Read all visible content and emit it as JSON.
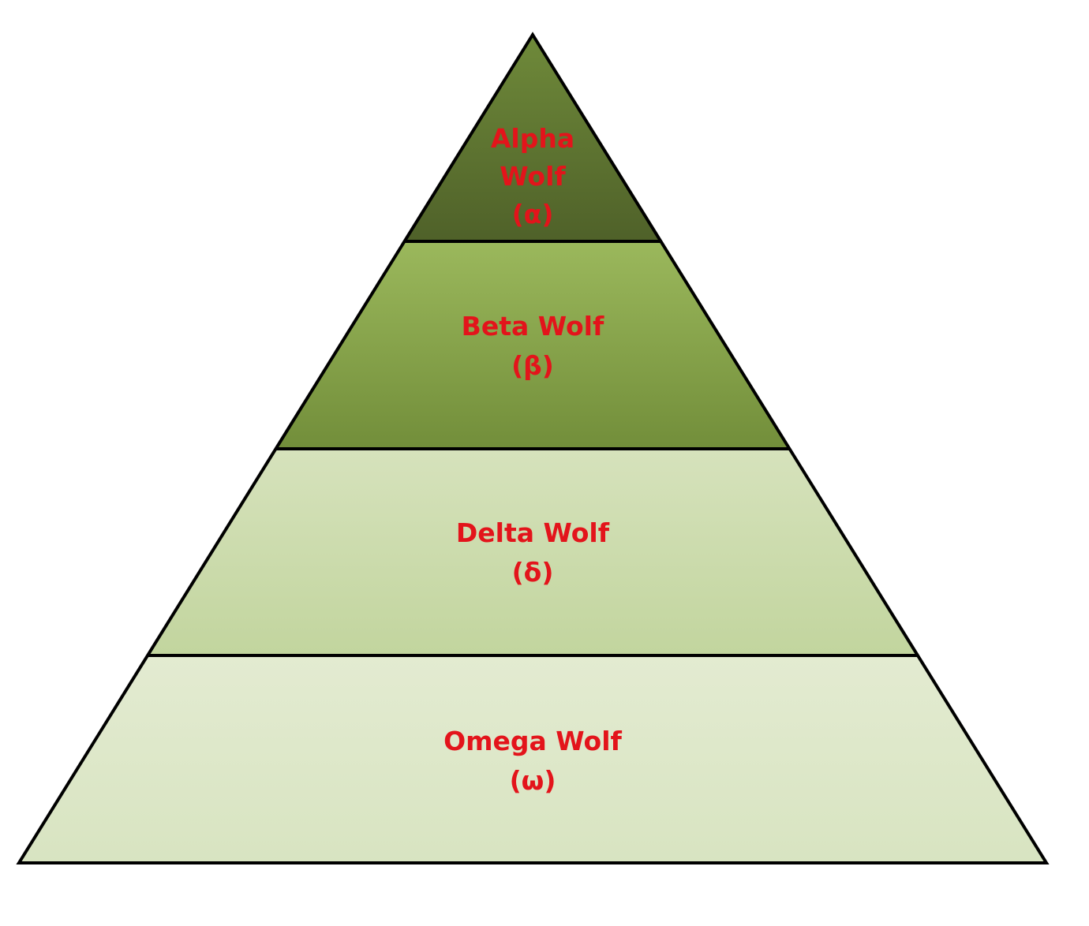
{
  "diagram": {
    "label_color": "#e3141b",
    "outline_color": "#000000",
    "tiers": [
      {
        "lines": [
          "Alpha",
          "Wolf",
          "(α)"
        ],
        "fill_top": "#6f8a3a",
        "fill_bottom": "#4f6129"
      },
      {
        "lines": [
          "Beta Wolf",
          "(β)"
        ],
        "fill_top": "#9bb85c",
        "fill_bottom": "#728e3a"
      },
      {
        "lines": [
          "Delta Wolf",
          "(δ)"
        ],
        "fill_top": "#d6e2bc",
        "fill_bottom": "#c2d59e"
      },
      {
        "lines": [
          "Omega Wolf",
          "(ω)"
        ],
        "fill_top": "#e3ebd1",
        "fill_bottom": "#d8e4c1"
      }
    ]
  }
}
